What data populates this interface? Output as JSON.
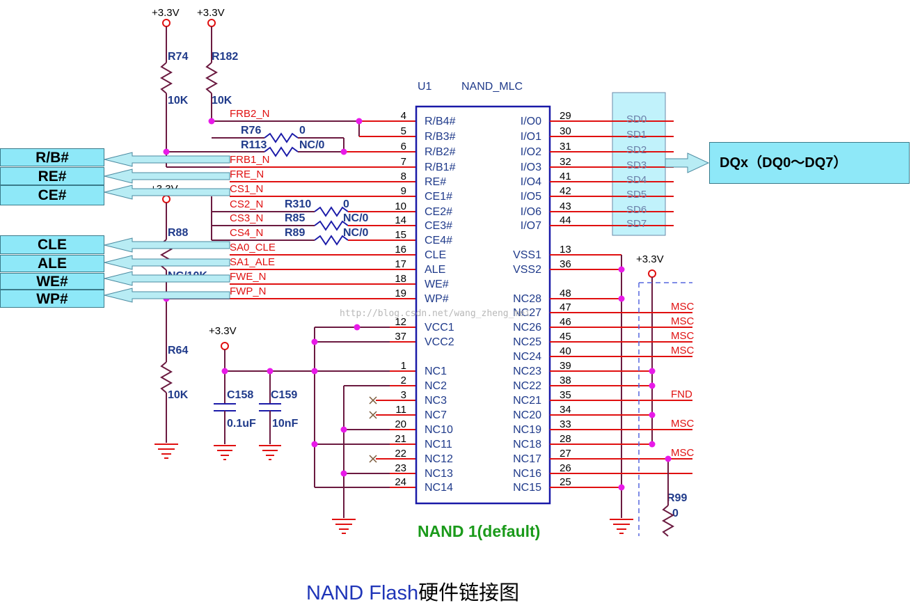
{
  "power": {
    "v1": "+3.3V",
    "v2": "+3.3V",
    "v3": "+3.3V",
    "v4": "+3.3V",
    "v5": "+3.3V"
  },
  "resistors": {
    "r74": {
      "ref": "R74",
      "value": "10K"
    },
    "r182": {
      "ref": "R182",
      "value": "10K"
    },
    "r76": {
      "ref": "R76",
      "value": "0"
    },
    "r113": {
      "ref": "R113",
      "value": "NC/0"
    },
    "r88": {
      "ref": "R88",
      "value": "NC/10K"
    },
    "r64": {
      "ref": "R64",
      "value": "10K"
    },
    "r310": {
      "ref": "R310",
      "value": "0"
    },
    "r85": {
      "ref": "R85",
      "value": "NC/0"
    },
    "r89": {
      "ref": "R89",
      "value": "NC/0"
    },
    "r99": {
      "ref": "R99",
      "value": "0"
    }
  },
  "capacitors": {
    "c158": {
      "ref": "C158",
      "value": "0.1uF"
    },
    "c159": {
      "ref": "C159",
      "value": "10nF"
    }
  },
  "chip": {
    "ref": "U1",
    "part": "NAND_MLC",
    "title": "NAND 1(default)",
    "left_pins": [
      {
        "num": "4",
        "name": "R/B4#",
        "net": "FRB2_N"
      },
      {
        "num": "5",
        "name": "R/B3#",
        "net": ""
      },
      {
        "num": "6",
        "name": "R/B2#",
        "net": ""
      },
      {
        "num": "7",
        "name": "R/B1#",
        "net": "FRB1_N"
      },
      {
        "num": "8",
        "name": "RE#",
        "net": "FRE_N"
      },
      {
        "num": "9",
        "name": "CE1#",
        "net": "CS1_N"
      },
      {
        "num": "10",
        "name": "CE2#",
        "net": "CS2_N"
      },
      {
        "num": "14",
        "name": "CE3#",
        "net": "CS3_N"
      },
      {
        "num": "15",
        "name": "CE4#",
        "net": "CS4_N"
      },
      {
        "num": "16",
        "name": "CLE",
        "net": "SA0_CLE"
      },
      {
        "num": "17",
        "name": "ALE",
        "net": "SA1_ALE"
      },
      {
        "num": "18",
        "name": "WE#",
        "net": "FWE_N"
      },
      {
        "num": "19",
        "name": "WP#",
        "net": "FWP_N"
      },
      {
        "num": "12",
        "name": "VCC1",
        "net": ""
      },
      {
        "num": "37",
        "name": "VCC2",
        "net": ""
      },
      {
        "num": "1",
        "name": "NC1",
        "net": ""
      },
      {
        "num": "2",
        "name": "NC2",
        "net": ""
      },
      {
        "num": "3",
        "name": "NC3",
        "net": ""
      },
      {
        "num": "11",
        "name": "NC7",
        "net": ""
      },
      {
        "num": "20",
        "name": "NC10",
        "net": ""
      },
      {
        "num": "21",
        "name": "NC11",
        "net": ""
      },
      {
        "num": "22",
        "name": "NC12",
        "net": ""
      },
      {
        "num": "23",
        "name": "NC13",
        "net": ""
      },
      {
        "num": "24",
        "name": "NC14",
        "net": ""
      }
    ],
    "right_pins": [
      {
        "num": "29",
        "name": "I/O0",
        "net": "SD0"
      },
      {
        "num": "30",
        "name": "I/O1",
        "net": "SD1"
      },
      {
        "num": "31",
        "name": "I/O2",
        "net": "SD2"
      },
      {
        "num": "32",
        "name": "I/O3",
        "net": "SD3"
      },
      {
        "num": "41",
        "name": "I/O4",
        "net": "SD4"
      },
      {
        "num": "42",
        "name": "I/O5",
        "net": "SD5"
      },
      {
        "num": "43",
        "name": "I/O6",
        "net": "SD6"
      },
      {
        "num": "44",
        "name": "I/O7",
        "net": "SD7"
      },
      {
        "num": "13",
        "name": "VSS1",
        "net": ""
      },
      {
        "num": "36",
        "name": "VSS2",
        "net": ""
      },
      {
        "num": "48",
        "name": "NC28",
        "net": ""
      },
      {
        "num": "47",
        "name": "NC27",
        "net": "MSC"
      },
      {
        "num": "46",
        "name": "NC26",
        "net": "MSC"
      },
      {
        "num": "45",
        "name": "NC25",
        "net": "MSC"
      },
      {
        "num": "40",
        "name": "NC24",
        "net": "MSC"
      },
      {
        "num": "39",
        "name": "NC23",
        "net": ""
      },
      {
        "num": "38",
        "name": "NC22",
        "net": ""
      },
      {
        "num": "35",
        "name": "NC21",
        "net": "FND"
      },
      {
        "num": "34",
        "name": "NC20",
        "net": ""
      },
      {
        "num": "33",
        "name": "NC19",
        "net": "MSC"
      },
      {
        "num": "28",
        "name": "NC18",
        "net": ""
      },
      {
        "num": "27",
        "name": "NC17",
        "net": "MSC"
      },
      {
        "num": "26",
        "name": "NC16",
        "net": ""
      },
      {
        "num": "25",
        "name": "NC15",
        "net": ""
      }
    ]
  },
  "callouts": {
    "rb": "R/B#",
    "re": "RE#",
    "ce": "CE#",
    "cle": "CLE",
    "ale": "ALE",
    "we": "WE#",
    "wp": "WP#",
    "dq": "DQx（DQ0～DQ7）"
  },
  "watermark": "http://blog.csdn.net/wang_zheng_mei",
  "caption": {
    "en": "NAND Flash",
    "zh": "硬件链接图"
  },
  "colors": {
    "wire_red": "#e01010",
    "wire_dark": "#6b1a40",
    "chip_border": "#1a1aa8",
    "pin_text": "#1f3a8a",
    "junction": "#e81ae8",
    "callout_fill": "#8ee8f8",
    "title_green": "#1a9a1a",
    "caption_blue": "#1f35b8"
  }
}
